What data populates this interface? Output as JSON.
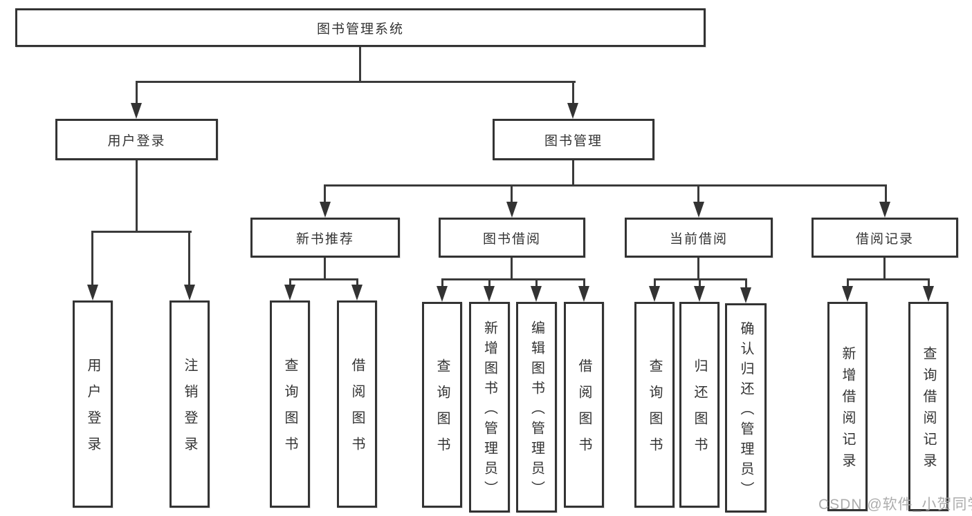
{
  "diagram": {
    "title": "图书管理系统",
    "branches": [
      {
        "label": "用户登录",
        "children": [
          "用户登录",
          "注销登录"
        ]
      },
      {
        "label": "图书管理",
        "sections": [
          {
            "label": "新书推荐",
            "children": [
              "查询图书",
              "借阅图书"
            ]
          },
          {
            "label": "图书借阅",
            "children": [
              "查询图书",
              "新增图书（管理员）",
              "编辑图书（管理员）",
              "借阅图书"
            ]
          },
          {
            "label": "当前借阅",
            "children": [
              "查询图书",
              "归还图书",
              "确认归还（管理员）"
            ]
          },
          {
            "label": "借阅记录",
            "children": [
              "新增借阅记录",
              "查询借阅记录"
            ]
          }
        ]
      }
    ]
  },
  "watermark": {
    "text": "CSDN @软件_小贺同学"
  },
  "colors": {
    "line": "#3a3a3a",
    "box_border": "#333333",
    "box_fill": "#ffffff",
    "text": "#333333",
    "watermark": "#a8a8a8"
  }
}
